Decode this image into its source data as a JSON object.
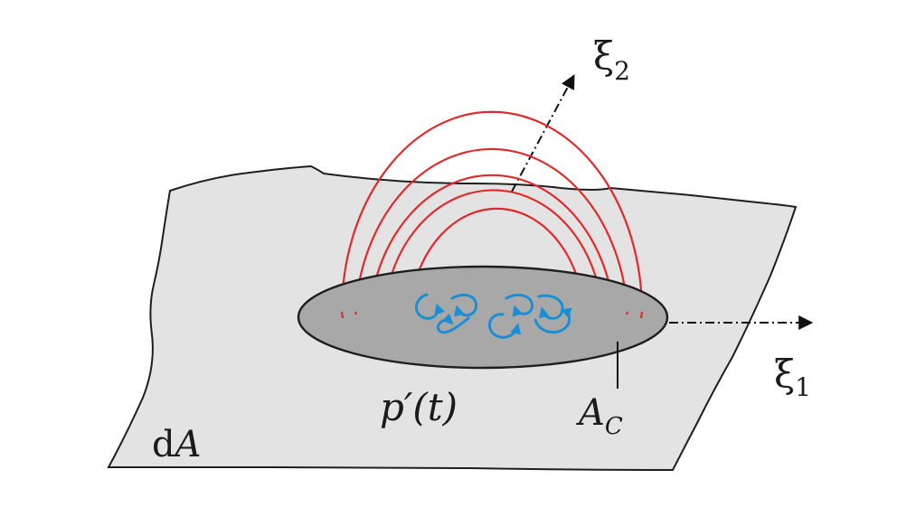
{
  "labels": {
    "xi2": "ξ",
    "xi2_sub": "2",
    "xi1": "ξ",
    "xi1_sub": "1",
    "pressure": "p′(t)",
    "area_symbol": "A",
    "area_sub": "C",
    "plate_d": "d",
    "plate_A": "A"
  },
  "colors": {
    "background": "#ffffff",
    "plate_fill": "#e3e3e3",
    "plate_stroke": "#1e1e1e",
    "ellipse_fill": "#a8a8a8",
    "wave_arcs": "#e02a2a",
    "vortices": "#1b8fd6",
    "axis": "#111111"
  },
  "icons": [
    "wave-arc",
    "vortex-arrow",
    "axis-arrow"
  ]
}
